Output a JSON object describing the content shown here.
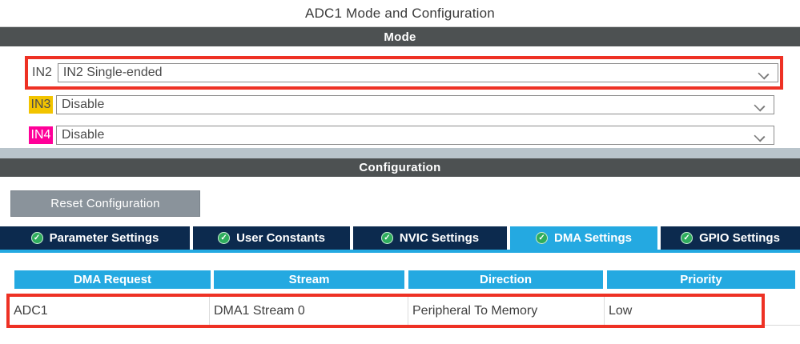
{
  "header": {
    "title": "ADC1 Mode and Configuration"
  },
  "sections": {
    "mode": "Mode",
    "configuration": "Configuration"
  },
  "mode": {
    "rows": [
      {
        "id": "in2",
        "label": "IN2",
        "value": "IN2 Single-ended",
        "highlighted": true
      },
      {
        "id": "in3",
        "label": "IN3",
        "value": "Disable",
        "highlighted": false
      },
      {
        "id": "in4",
        "label": "IN4",
        "value": "Disable",
        "highlighted": false
      }
    ]
  },
  "configuration": {
    "reset_button": "Reset Configuration",
    "tabs": [
      {
        "label": "Parameter Settings",
        "active": false
      },
      {
        "label": "User Constants",
        "active": false
      },
      {
        "label": "NVIC Settings",
        "active": false
      },
      {
        "label": "DMA Settings",
        "active": true
      },
      {
        "label": "GPIO Settings",
        "active": false
      }
    ],
    "dma_table": {
      "columns": [
        "DMA Request",
        "Stream",
        "Direction",
        "Priority"
      ],
      "rows": [
        [
          "ADC1",
          "DMA1 Stream 0",
          "Peripheral To Memory",
          "Low"
        ]
      ]
    }
  },
  "icons": {
    "tab_check": "check-circle",
    "dropdown_chevron": "chevron-down"
  },
  "colors": {
    "dark_bar": "#4d5152",
    "panel_strip": "#b9c4cb",
    "tab_navy": "#0c2a4e",
    "accent_blue": "#24a9e1",
    "check_green": "#2ead5c",
    "highlight_red": "#ee3124",
    "in3_gold": "#f2c400",
    "in4_magenta": "#ff0099",
    "button_gray": "#8a939b",
    "text_dark": "#3f3f3f"
  }
}
